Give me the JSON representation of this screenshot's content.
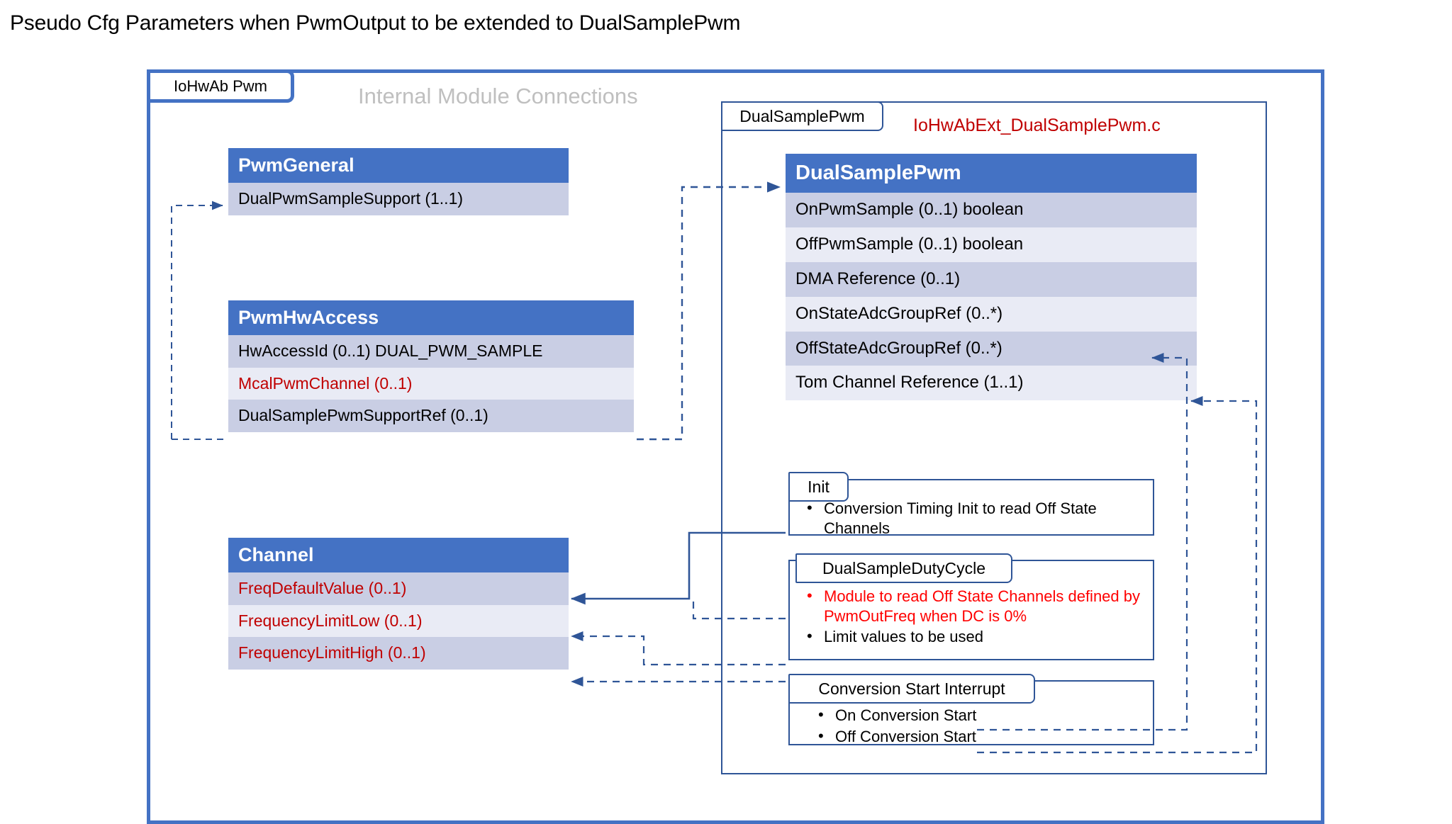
{
  "page": {
    "title": "Pseudo Cfg Parameters when PwmOutput to be extended to DualSamplePwm",
    "watermark": "Internal Module Connections"
  },
  "colors": {
    "accent_blue": "#4472C4",
    "dark_blue": "#2F5597",
    "red_text": "#C00000",
    "bright_red": "#FF0000",
    "row_dark": "#C9CEE4",
    "row_light": "#E9EBF5",
    "watermark_gray": "#BFBFBF"
  },
  "outer_package": {
    "tab_label": "IoHwAb Pwm"
  },
  "inner_package": {
    "tab_label": "DualSamplePwm",
    "file_label": "IoHwAbExt_DualSamplePwm.c"
  },
  "classes": [
    {
      "id": "PwmGeneral",
      "title": "PwmGeneral",
      "rows": [
        {
          "text": "DualPwmSampleSupport (1..1)",
          "color": "black"
        }
      ]
    },
    {
      "id": "PwmHwAccess",
      "title": "PwmHwAccess",
      "rows": [
        {
          "text": "HwAccessId (0..1)  DUAL_PWM_SAMPLE",
          "color": "black"
        },
        {
          "text": "McalPwmChannel (0..1)",
          "color": "red"
        },
        {
          "text": "DualSamplePwmSupportRef (0..1)",
          "color": "black"
        }
      ]
    },
    {
      "id": "Channel",
      "title": "Channel",
      "rows": [
        {
          "text": "FreqDefaultValue (0..1)",
          "color": "red"
        },
        {
          "text": "FrequencyLimitLow (0..1)",
          "color": "red"
        },
        {
          "text": "FrequencyLimitHigh (0..1)",
          "color": "red"
        }
      ]
    },
    {
      "id": "DualSamplePwm",
      "title": "DualSamplePwm",
      "rows": [
        {
          "text": "OnPwmSample (0..1) boolean",
          "color": "black"
        },
        {
          "text": "OffPwmSample (0..1) boolean",
          "color": "black"
        },
        {
          "text": "DMA Reference (0..1)",
          "color": "black"
        },
        {
          "text": "OnStateAdcGroupRef (0..*)",
          "color": "black"
        },
        {
          "text": "OffStateAdcGroupRef (0..*)",
          "color": "black"
        },
        {
          "text": "Tom Channel Reference (1..1)",
          "color": "black"
        }
      ]
    }
  ],
  "notes": [
    {
      "id": "Init",
      "tab_label": "Init",
      "bullets": [
        {
          "text": "Conversion Timing Init to read Off State Channels",
          "color": "black"
        }
      ]
    },
    {
      "id": "DualSampleDutyCycle",
      "tab_label": "DualSampleDutyCycle",
      "bullets": [
        {
          "text": "Module to read Off State Channels defined by PwmOutFreq when DC is 0%",
          "color": "red"
        },
        {
          "text": "Limit values to be used",
          "color": "black"
        }
      ]
    },
    {
      "id": "ConversionStartInterrupt",
      "tab_label": "Conversion Start Interrupt",
      "bullets": [
        {
          "text": "On Conversion Start",
          "color": "black"
        },
        {
          "text": "Off Conversion Start",
          "color": "black"
        }
      ]
    }
  ]
}
